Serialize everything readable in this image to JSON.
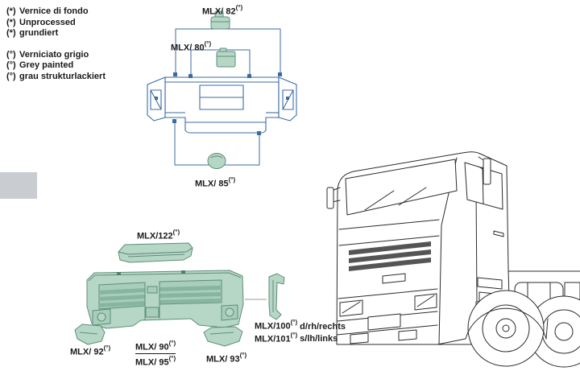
{
  "legend": {
    "unprocessed": [
      {
        "sym": "(*)",
        "text": "Vernice di fondo"
      },
      {
        "sym": "(*)",
        "text": "Unprocessed"
      },
      {
        "sym": "(*)",
        "text": "grundiert"
      }
    ],
    "grey_painted": [
      {
        "sym": "(°)",
        "text": "Verniciato grigio"
      },
      {
        "sym": "(°)",
        "text": "Grey painted"
      },
      {
        "sym": "(°)",
        "text": "grau strukturlackiert"
      }
    ]
  },
  "callouts": {
    "mlx82": {
      "code": "MLX/ 82",
      "mark": "(°)"
    },
    "mlx80": {
      "code": "MLX/ 80",
      "mark": "(°)"
    },
    "mlx85": {
      "code": "MLX/ 85",
      "mark": "(°)"
    },
    "mlx122": {
      "code": "MLX/122",
      "mark": "(°)"
    },
    "mlx92": {
      "code": "MLX/ 92",
      "mark": "(°)"
    },
    "mlx90": {
      "code": "MLX/ 90",
      "mark": "(°)"
    },
    "mlx95": {
      "code": "MLX/ 95",
      "mark": "(°)"
    },
    "mlx93": {
      "code": "MLX/ 93",
      "mark": "(°)"
    },
    "mlx100": {
      "code": "MLX/100",
      "mark": "(°)",
      "side": "d/rh/rechts"
    },
    "mlx101": {
      "code": "MLX/101",
      "mark": "(°)",
      "side": "s/lh/links"
    }
  },
  "colors": {
    "part_fill": "#b7d7c6",
    "part_stroke": "#5d8d7a",
    "callout_blue": "#3b6ba5",
    "truck_line": "#2b2b2b",
    "tab_gray": "#c9cdd1"
  }
}
